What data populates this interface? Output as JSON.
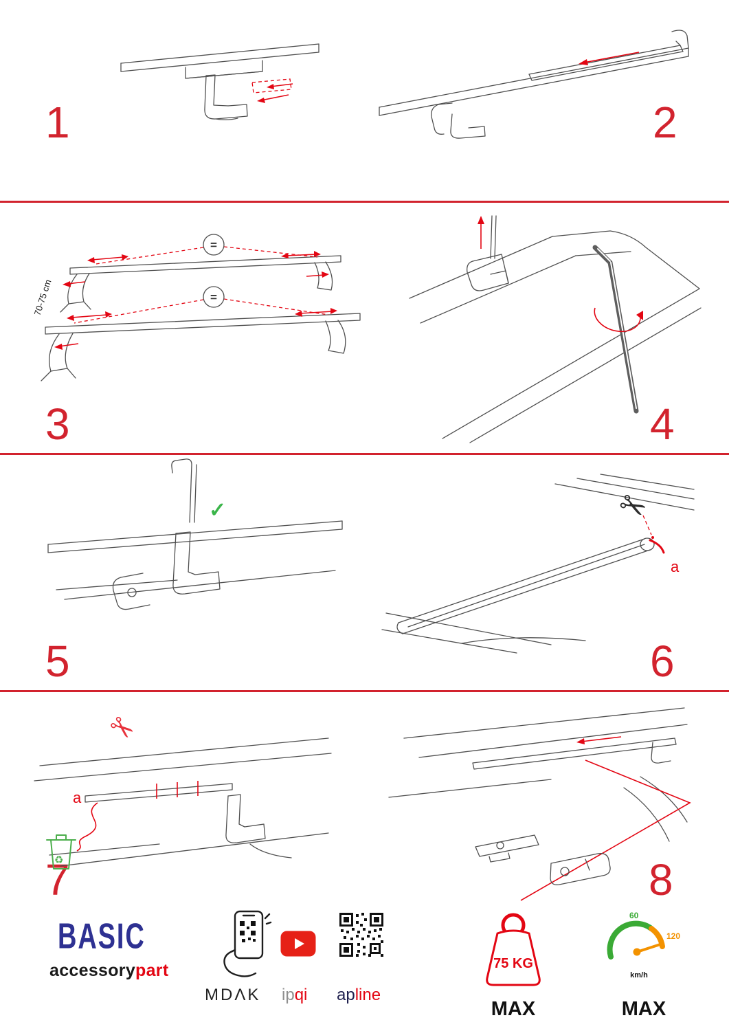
{
  "colors": {
    "accent_red": "#d2232e",
    "drawing_red": "#e30613",
    "brand_blue": "#2e3192",
    "status_green": "#3bb54a",
    "gauge_orange": "#f39200"
  },
  "steps": [
    {
      "number": "1"
    },
    {
      "number": "2"
    },
    {
      "number": "3"
    },
    {
      "number": "4"
    },
    {
      "number": "5"
    },
    {
      "number": "6"
    },
    {
      "number": "7"
    },
    {
      "number": "8"
    }
  ],
  "step3": {
    "dimension_label": "70-75 cm",
    "equals_symbol": "="
  },
  "step6": {
    "part_label": "a"
  },
  "step7": {
    "part_label": "a"
  },
  "icons": {
    "check": "✓",
    "scissors": "✂",
    "recycle": "♻"
  },
  "footer": {
    "brand_name": "BASIC",
    "brand_line_black": "accessory",
    "brand_line_red": "part",
    "partner_mdak": "MDΛK",
    "partner_ipqi_gray": "ip",
    "partner_ipqi_red": "qi",
    "partner_apline_dark": "ap",
    "partner_apline_red": "line"
  },
  "weight_limit": {
    "value": "75 KG",
    "max_label": "MAX"
  },
  "speed_limit": {
    "low_tick": "60",
    "high_tick": "120",
    "unit": "km/h",
    "max_label": "MAX"
  }
}
